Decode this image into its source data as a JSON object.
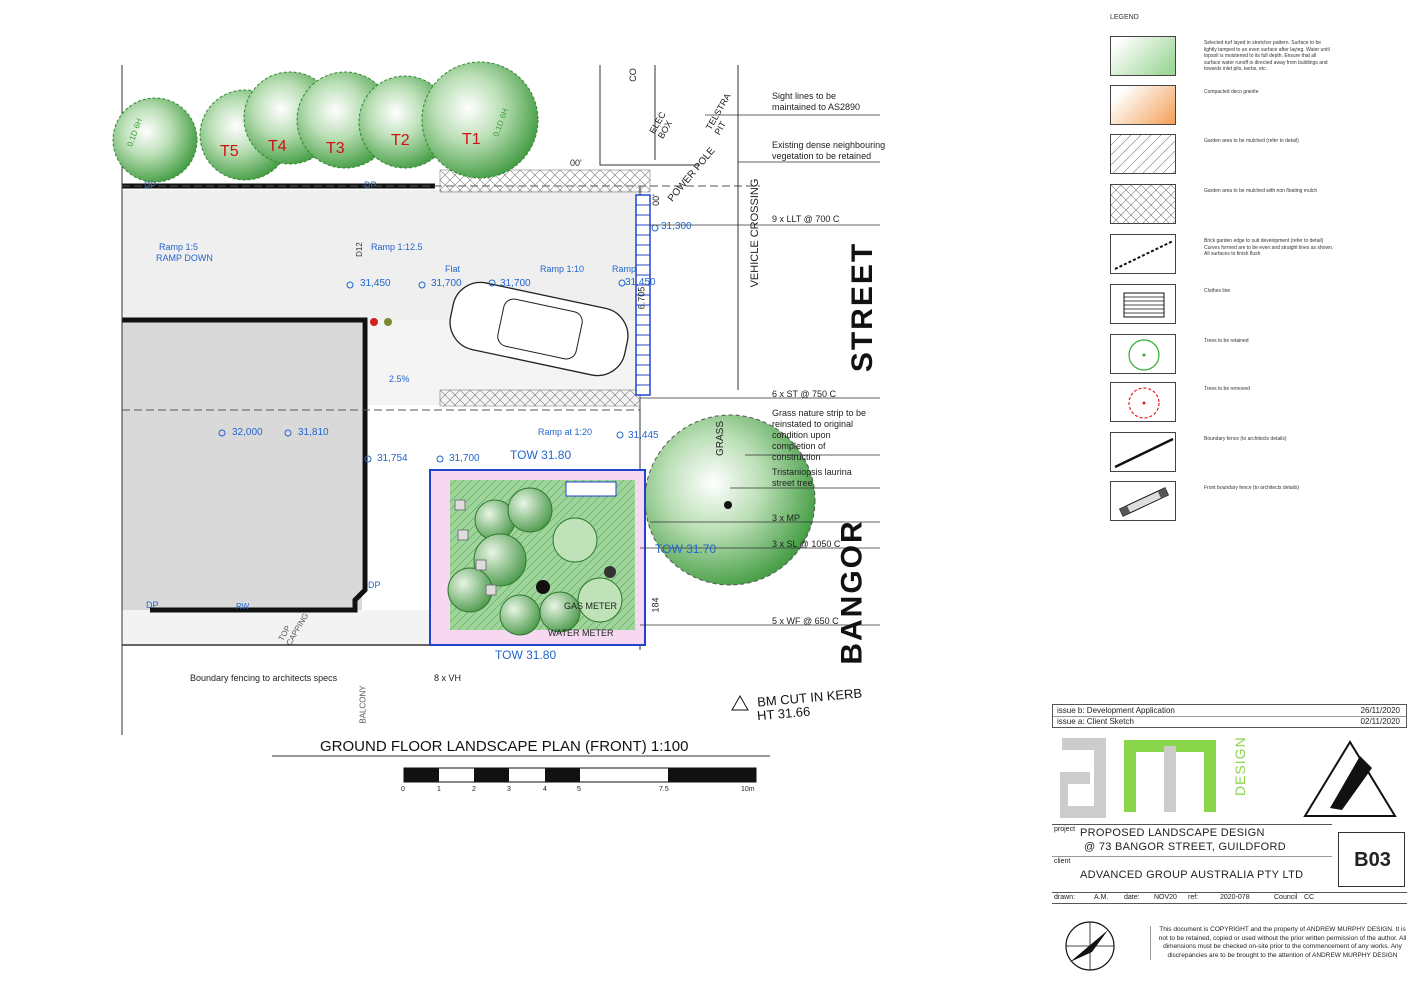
{
  "drawing": {
    "title": "GROUND FLOOR LANDSCAPE PLAN (FRONT) 1:100",
    "street_name_1": "STREET",
    "street_name_2": "BANGOR",
    "scale_ticks": [
      "0",
      "1",
      "2",
      "3",
      "4",
      "5",
      "7.5",
      "10m"
    ],
    "trees": [
      "T5",
      "T4",
      "T3",
      "T2",
      "T1"
    ],
    "tree_tags": [
      "0.1D 6H",
      "0.1D 6H"
    ],
    "levels": [
      "31,450",
      "31,700",
      "31,300",
      "31,450",
      "32,000",
      "31,810",
      "31,754",
      "31,700",
      "31,445"
    ],
    "tow_labels": [
      "TOW 31.80",
      "TOW 31.70",
      "TOW 31.80"
    ],
    "ramp_labels": [
      "Ramp 1:5",
      "RAMP DOWN",
      "Ramp 1:12.5",
      "Flat",
      "Ramp 1:10",
      "Ramp",
      "Ramp at 1:20"
    ],
    "misc_labels": {
      "dp1": "DP",
      "dp2": "DP",
      "dp3": "DP",
      "dp4": "DP",
      "d12": "D12",
      "slope": "2.5%",
      "power_pole": "POWER POLE",
      "vehicle_crossing": "VEHICLE CROSSING",
      "elec_box": "ELEC BOX",
      "telstra_pit": "TELSTRA PIT",
      "grass": "GRASS",
      "gas_meter": "GAS METER",
      "water_meter": "WATER METER",
      "balcony": "BALCONY",
      "top_capping": "TOP CAPPING",
      "boundary_fencing": "Boundary fencing to architects specs",
      "vh": "8 x VH",
      "bm_line1": "BM CUT IN KERB",
      "bm_line2": "HT 31.66",
      "dim_184": "184",
      "dim_6705": "6.705",
      "dim_00a": "00'",
      "dim_00b": "00'",
      "dim_mp": "RW",
      "co": "CO"
    },
    "callouts": [
      "Sight lines to be maintained to AS2890",
      "Existing dense neighbouring vegetation to be retained",
      "9 x LLT @ 700 C",
      "6 x ST @ 750 C",
      "Grass nature strip to be reinstated to original condition upon completion of construction",
      "Tristaniopsis laurina street tree",
      "3 x MP",
      "3 x SL @ 1050 C",
      "5 x WF @ 650 C"
    ]
  },
  "legend": {
    "title": "LEGEND",
    "items": [
      {
        "pattern": "turf",
        "text": "Selected turf layed in stretcher pattern. Surface to be lightly tamped to an even surface after laying. Water until topsoil is moistened to its full depth. Ensure that all surface water runoff is directed away from buildings and towards inlet pits, kerbs, etc."
      },
      {
        "pattern": "granite",
        "text": "Compacted deco granite"
      },
      {
        "pattern": "mulch",
        "text": "Garden area to be mulched (refer to detail)"
      },
      {
        "pattern": "mulch-nonfloat",
        "text": "Garden area to be mulched with non floating mulch"
      },
      {
        "pattern": "brick-edge",
        "text": "Brick garden edge to suit development (refer to detail) Curves formed are to be even and straight lines as shown. All surfaces to finish flush"
      },
      {
        "pattern": "clothes-line",
        "text": "Clothes line"
      },
      {
        "pattern": "tree-retained",
        "text": "Trees to be retained"
      },
      {
        "pattern": "tree-removed",
        "text": "Trees to be removed"
      },
      {
        "pattern": "boundary-fence",
        "text": "Boundary fence (to architects details)"
      },
      {
        "pattern": "front-fence",
        "text": "Front boundary fence (to architects details)"
      }
    ],
    "colors": {
      "turf": "#9ed79a",
      "granite": "#f4a460",
      "tree-retained": "#2eaa2e",
      "tree-removed": "#e02020"
    }
  },
  "title_block": {
    "issues": [
      {
        "label": "issue b: Development Application",
        "date": "26/11/2020"
      },
      {
        "label": "issue a: Client Sketch",
        "date": "02/11/2020"
      }
    ],
    "logo_text": "aMDESIGN",
    "logo_side_text": "DESIGN",
    "project_label": "project",
    "project_line1": "PROPOSED LANDSCAPE DESIGN",
    "project_line2": "@ 73 BANGOR STREET, GUILDFORD",
    "client_label": "client",
    "client": "ADVANCED GROUP AUSTRALIA PTY LTD",
    "sheet": "B03",
    "drawn_label": "drawn:",
    "drawn": "A.M.",
    "date_label": "date:",
    "date": "NOV20",
    "ref_label": "ref:",
    "ref": "2020-078",
    "council_label": "Council",
    "council": "CC",
    "copyright": "This document is COPYRIGHT and the property of ANDREW MURPHY DESIGN. It is not to be retained, copied or used without the prior written permission of the author. All dimensions must be checked on-site prior to the commencement of any works. Any discrepancies are to be brought to the attention of ANDREW MURPHY DESIGN"
  }
}
